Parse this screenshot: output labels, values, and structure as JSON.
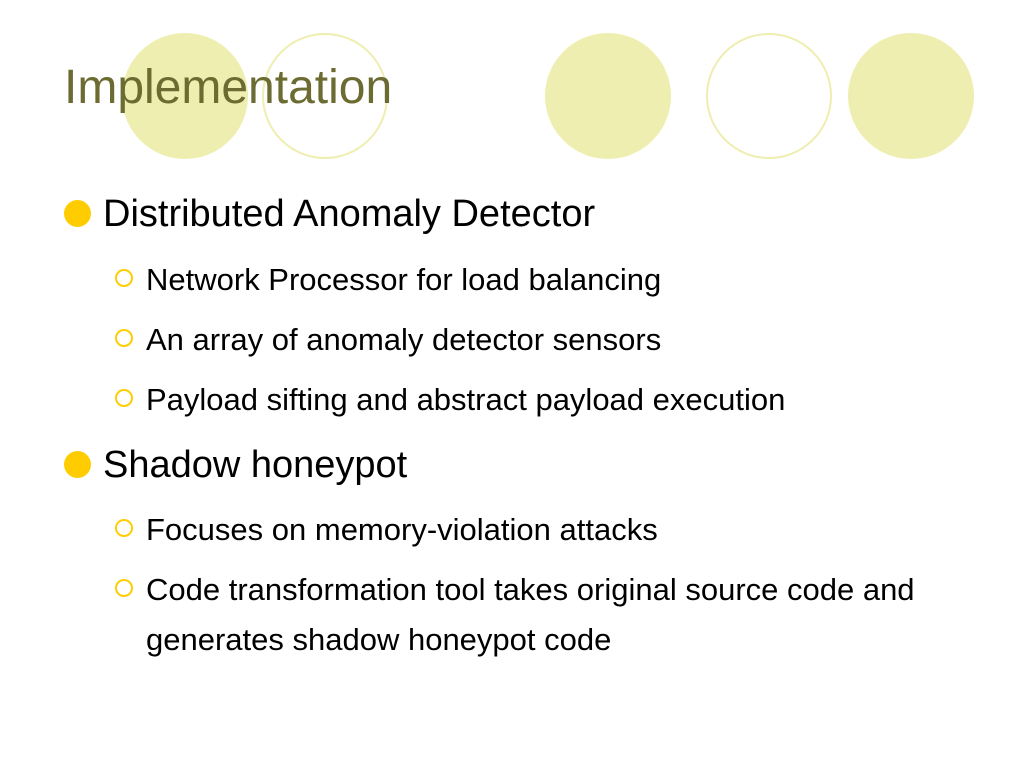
{
  "slide": {
    "title": "Implementation",
    "colors": {
      "title": "#6b6b32",
      "circle": "#eeeeb0",
      "bullet": "#ffcc00"
    },
    "bullets": [
      {
        "text": "Distributed Anomaly Detector",
        "sub": [
          "Network Processor for load balancing",
          "An array of anomaly detector sensors",
          "Payload sifting and abstract payload execution"
        ]
      },
      {
        "text": "Shadow honeypot",
        "sub": [
          "Focuses on memory-violation attacks",
          "Code transformation tool takes original source code and generates shadow honeypot code"
        ]
      }
    ]
  }
}
